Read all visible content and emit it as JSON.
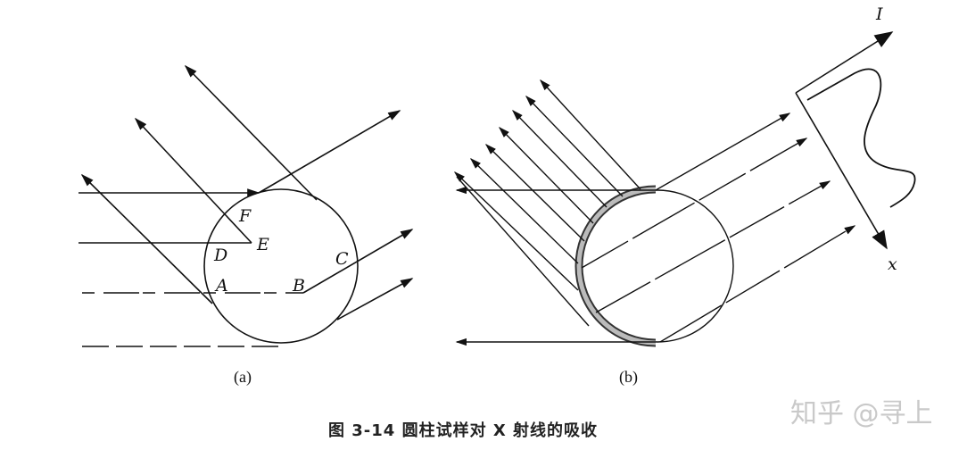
{
  "figure": {
    "caption": "图 3-14    圆柱试样对 X 射线的吸收",
    "watermark": "知乎 @寻上",
    "panels": [
      {
        "id": "a",
        "label": "(a)",
        "points": [
          "A",
          "B",
          "C",
          "D",
          "E",
          "F"
        ]
      },
      {
        "id": "b",
        "label": "(b)",
        "axes": {
          "intensity": "I",
          "position": "x"
        }
      }
    ]
  }
}
